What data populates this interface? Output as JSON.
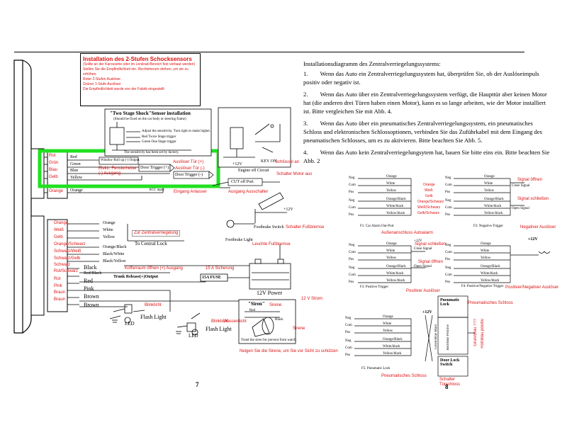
{
  "left_page": {
    "install_box": {
      "title": "Installation des 2-Stufen Schocksensors",
      "lines": [
        "(Sollte an der Karosserie oder im Lenkrad-Bereich fest verbaut werden)",
        "Stellen Sie die Empfindlichkeit ein. Rechtsherum drehen, um sie zu erhöhen.",
        "Roter 2-Stufen Auslöser",
        "Grüner 1-Stufe Auslöser",
        "Die Empfindlichkeit wurde von der Fabrik eingestellt"
      ]
    },
    "sensor_box": {
      "title": "\"Two Stage Shock\"Sensor installation",
      "subtitle": "(Should be fixed on the car body or steering frame)",
      "lines": [
        "Adjust the sensitivity. Turn right to make higher.",
        "Red Twice Stage trigger",
        "Green One Stage trigger",
        "The sensitivity has been set by factory."
      ]
    },
    "connector_top_labels_de": [
      "Rot",
      "Grün",
      "Blau",
      "Gelb",
      "Orange"
    ],
    "connector_top_labels_en": [
      "Red",
      "Green",
      "Blue",
      "Yellow",
      "Orange"
    ],
    "window_box": "Window Roll up (-) Output",
    "window_de": [
      "Elektr. Fensterheber",
      "(-) Ausgang"
    ],
    "door_trigger_plus": "Door Trigger (+)",
    "door_trigger_minus": "Door Trigger (-)",
    "ausl_tuer_plus": "Auslöser Tür (+)",
    "ausl_tuer_minus": "Auslöser Tür (-)",
    "acc_input": "ACC input",
    "eingang_anlasser": "Eingang Anlasser",
    "engine_off_circuit": "Engine off Circuit",
    "key_on": "KEY ON",
    "schluessel_an": "Schlüssel an",
    "cut_off_port": "CUT off Port",
    "schalter_motor_aus": "Schalter Motor aus",
    "ausgang_ausschalter": "Ausgang Ausschalter",
    "plus12v": "+12V",
    "footbrake_switch": "Footbrake Switch",
    "schalter_fussbremse": "Schalter Fußbremse",
    "footbrake_light": "Footbrake Light",
    "leuchte_fussbremse": "Leuchte Fußbremse",
    "connector_bottom_labels_de": [
      "Orange",
      "Weiß",
      "Gelb",
      "Orange/Schwarz",
      "Schwarz/Weiß",
      "Schwarz/Gelb",
      "Rot/Schwarz",
      "Schwarz",
      "Rot",
      "Pink",
      "Braun",
      "Braun"
    ],
    "connector_bottom_labels_en": [
      "Orange",
      "White",
      "Yellow",
      "Orange/Black",
      "Black/White",
      "Black/Yellow",
      "Black",
      "Red/Black",
      "Red",
      "Pink",
      "Brown",
      "Brown"
    ],
    "to_central_lock": "To Central Lock",
    "zur_zentralverriegelung": "Zur Zentralverriegelung",
    "trunk_release": "Trunk Release(+)Output",
    "kofferraum": "Kofferraum öffnen (+) Ausgang",
    "fuse": "15A FUSE",
    "sicherung": "15 A Sicherung",
    "power_12v": "12V Power",
    "strom_12v": "12 V Strom",
    "siren_title": "\"Siren\"",
    "siren_red": "Red",
    "siren_black": "Black",
    "sirene_de": "Sirene",
    "siren_note": "Tread the siren for prevent from watch.",
    "wasserdicht": "Wasserdicht",
    "sirene_right": "Sirene",
    "blinklicht": "Blinklicht",
    "blinklicht2": "Blinklicht",
    "flash_light": "Flash Light",
    "led": "LED",
    "neigen_note": "Neigen Sie die Sirene, um Sie vor Sicht zu schützen",
    "page_number": "7"
  },
  "right_page": {
    "heading": "Installationsdiagramm des Zentralverriegelungssystems:",
    "paragraphs": [
      "1.  Wenn das Auto ein Zentralverriegelungssystem hat, überprüfen Sie, ob der Auslöseimpuls positiv oder negativ ist.",
      "2.  Wenn das Auto über ein Zentralverriegelungssystem verfügt, die Haupttür aber keinen Motor hat (die anderen drei Türen haben einen Motor), kann es so lange arbeiten, wie der Motor installiert ist. Bitte vergleichen Sie mit Abb. 4.",
      "3.  Wenn das Auto über ein pneumatisches Zentralverriegelungssystem, ein pneumatisches Schloss und elektronischen Schlossoptionen, verbinden Sie das Zuführkabel mit dem Eingang des pneumatischen Schlosses, um es zu aktivieren. Bitte beachten Sie Abb. 5.",
      "4.  Wenn das Auto kein Zentralverriegelungsytem hat, bauen Sie bitte eins ein. Bitte beachten Sie Abb. 2"
    ],
    "wire_labels_en": [
      "Orange",
      "White",
      "Yellow",
      "Orange/Black",
      "White/black",
      "Yellow/black"
    ],
    "wire_labels_de": [
      "Orange",
      "Weiß",
      "Gelb",
      "Orange/Schwarz",
      "Weiß/Schwarz",
      "Gelb/Schwarz"
    ],
    "fig1_caption": "F1: Car Alarm Out-Port",
    "fig1_de": "Außenanschluss Autoalarm",
    "fig2_caption": "F2: Negative Trigger",
    "fig2_de": "Negativer Auslöser",
    "fig3_caption": "F3: Positive Trigger",
    "fig3_de": "Positiver Auslöser",
    "fig4_caption": "F4: Positive/Negative Trigger",
    "fig4_de": "Positiver/Negativer Auslöser",
    "fig5_caption": "F5: Pneumatic Lock",
    "fig5_de": "Pneumatisches Schloss",
    "signal_oeffnen": "Signal öffnen",
    "signal_schliessen": "Signal schließen",
    "close_signal": "Close Signal",
    "open_signal": "Open Signal",
    "pneumatic_lock": "Pneumatic Lock",
    "pneumatisches_schloss": "Pneumatisches Schloss",
    "door_lock_switch": "Door Lock Switch",
    "schalter_tuerschloss": "Schalter Türschloss",
    "red_blue_positive": "Red/Blue Positive",
    "red_blue_de": "Rot/Blau positiv",
    "green_blue_de": "Grün/Blau ???",
    "green_blue_main": "Green/Blue Main",
    "plus12v": "+12V",
    "neg": "Neg",
    "com": "Com",
    "pos": "Pos",
    "page_number": "8"
  }
}
